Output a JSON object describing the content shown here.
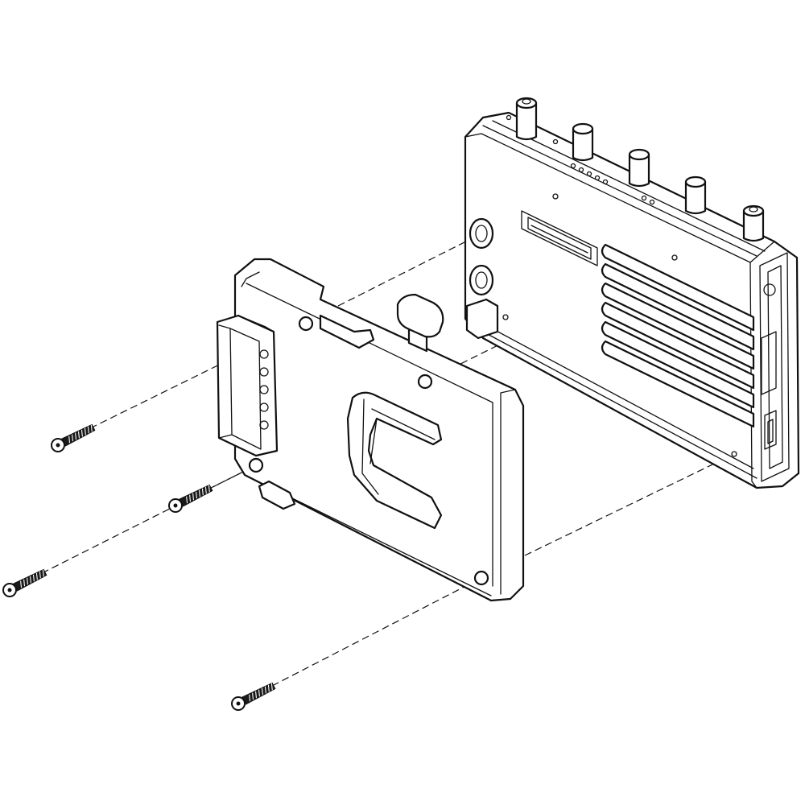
{
  "diagram": {
    "parts": [
      {
        "id": "receiver-unit",
        "kind": "wireless-video-receiver-housing"
      },
      {
        "id": "battery-plate",
        "kind": "v-mount-battery-plate"
      },
      {
        "id": "screw-1",
        "kind": "flat-head-screw"
      },
      {
        "id": "screw-2",
        "kind": "flat-head-screw"
      },
      {
        "id": "screw-3",
        "kind": "flat-head-screw"
      },
      {
        "id": "screw-4",
        "kind": "flat-head-screw"
      }
    ],
    "colors": {
      "line": "#111111",
      "background": "#ffffff",
      "screw_fill": "#1a1a1a"
    }
  }
}
